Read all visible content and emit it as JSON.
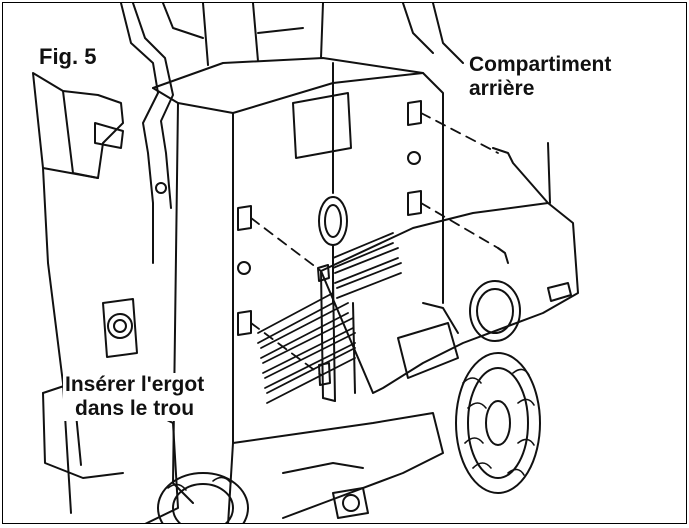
{
  "figure": {
    "fig_label": "Fig. 5",
    "callouts": {
      "rear_compartment": [
        "Compartiment",
        "arrière"
      ],
      "insert_tab": [
        "Insérer l'ergot",
        "dans le trou"
      ]
    }
  },
  "colors": {
    "line": "#111111",
    "background": "#ffffff"
  }
}
